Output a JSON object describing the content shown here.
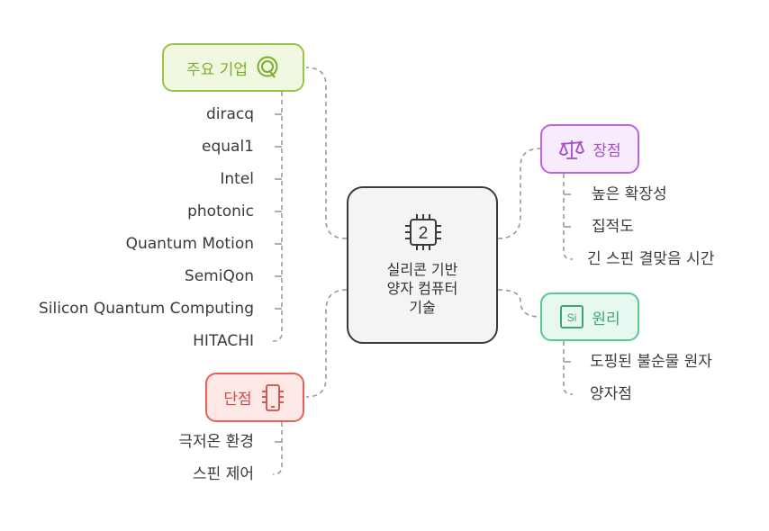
{
  "center": {
    "label": "실리콘 기반\n양자 컴퓨터\n기술",
    "icon": "chip-icon",
    "chip_number": "2"
  },
  "companies": {
    "title": "주요 기업",
    "icon": "q-icon",
    "color": "#98c444",
    "items": [
      "diracq",
      "equal1",
      "Intel",
      "photonic",
      "Quantum Motion",
      "SemiQon",
      "Silicon Quantum Computing",
      "HITACHI"
    ]
  },
  "pros": {
    "title": "장점",
    "icon": "balance-scale-icon",
    "color": "#bb66dd",
    "items": [
      "높은 확장성",
      "집적도",
      "긴 스핀 결맞음 시간"
    ]
  },
  "principle": {
    "title": "원리",
    "icon": "silicon-element-icon",
    "icon_text": "Si",
    "color": "#55cc8e",
    "items": [
      "도핑된 불순물 원자",
      "양자점"
    ]
  },
  "cons": {
    "title": "단점",
    "icon": "phone-chip-icon",
    "color": "#e2625a",
    "items": [
      "극저온 환경",
      "스핀 제어"
    ]
  }
}
